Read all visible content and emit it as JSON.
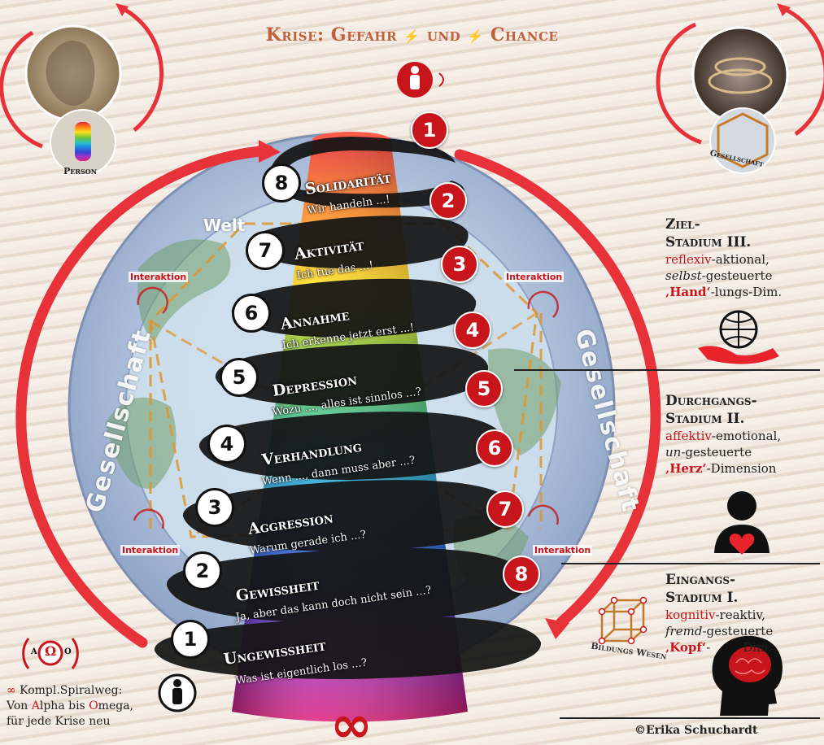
{
  "title": {
    "part1": "Krise: Gefahr",
    "part2": "und",
    "part3": "Chance"
  },
  "corners": {
    "person": "Person",
    "gesellschaft": "Gesellschaft"
  },
  "globe": {
    "welt": "Welt",
    "gesellschaft_left": "Gesellschaft",
    "gesellschaft_right": "Gesellschaft",
    "interaktion": "Interaktion"
  },
  "stages": [
    {
      "num": "1",
      "name": "Ungewissheit",
      "sub": "Was ist eigentlich los ...?"
    },
    {
      "num": "2",
      "name": "Gewissheit",
      "sub": "Ja, aber das kann doch nicht sein ...?"
    },
    {
      "num": "3",
      "name": "Aggression",
      "sub": "Warum gerade ich ...?"
    },
    {
      "num": "4",
      "name": "Verhandlung",
      "sub": "Wenn ..., dann muss aber ...?"
    },
    {
      "num": "5",
      "name": "Depression",
      "sub": "Wozu ..., alles ist sinnlos ...?"
    },
    {
      "num": "6",
      "name": "Annahme",
      "sub": "Ich erkenne jetzt erst ...!"
    },
    {
      "num": "7",
      "name": "Aktivität",
      "sub": "Ich tue das ...!"
    },
    {
      "num": "8",
      "name": "Solidarität",
      "sub": "Wir handeln ...!"
    }
  ],
  "right_numbers": [
    "1",
    "2",
    "3",
    "4",
    "5",
    "6",
    "7",
    "8"
  ],
  "ziel": {
    "t1": "Ziel-",
    "t2": "Stadium III.",
    "l1a": "reflexiv",
    "l1b": "-aktional,",
    "l2a": "selbst",
    "l2b": "-gesteuerte",
    "l3a": "‚Hand‘",
    "l3b": "-lungs-Dim."
  },
  "durchgang": {
    "t1": "Durchgangs-",
    "t2": "Stadium II.",
    "l1a": "affektiv",
    "l1b": "-emotional,",
    "l2a": "un",
    "l2b": "-gesteuerte",
    "l3a": "‚Herz‘",
    "l3b": "-Dimension"
  },
  "eingang": {
    "t1": "Eingangs-",
    "t2": "Stadium I.",
    "l1a": "kognitiv",
    "l1b": "-reaktiv,",
    "l2a": "fremd",
    "l2b": "-gesteuerte",
    "l3a": "‚Kopf‘",
    "l3b": "-",
    "l3c": "Dim."
  },
  "bildungswesen": "Bildungs Wesen",
  "alpha": {
    "a": "A",
    "o": "O"
  },
  "spiral": {
    "l1a": "∞",
    "l1b": " Kompl.Spiralweg:",
    "l2a": "Von ",
    "l2b": "A",
    "l2c": "lpha bis ",
    "l2d": "O",
    "l2e": "mega,",
    "l3": "für jede Krise neu"
  },
  "copyright": "©Erika Schuchardt",
  "colors": {
    "accent": "#c8151b",
    "title": "#c0603d"
  }
}
